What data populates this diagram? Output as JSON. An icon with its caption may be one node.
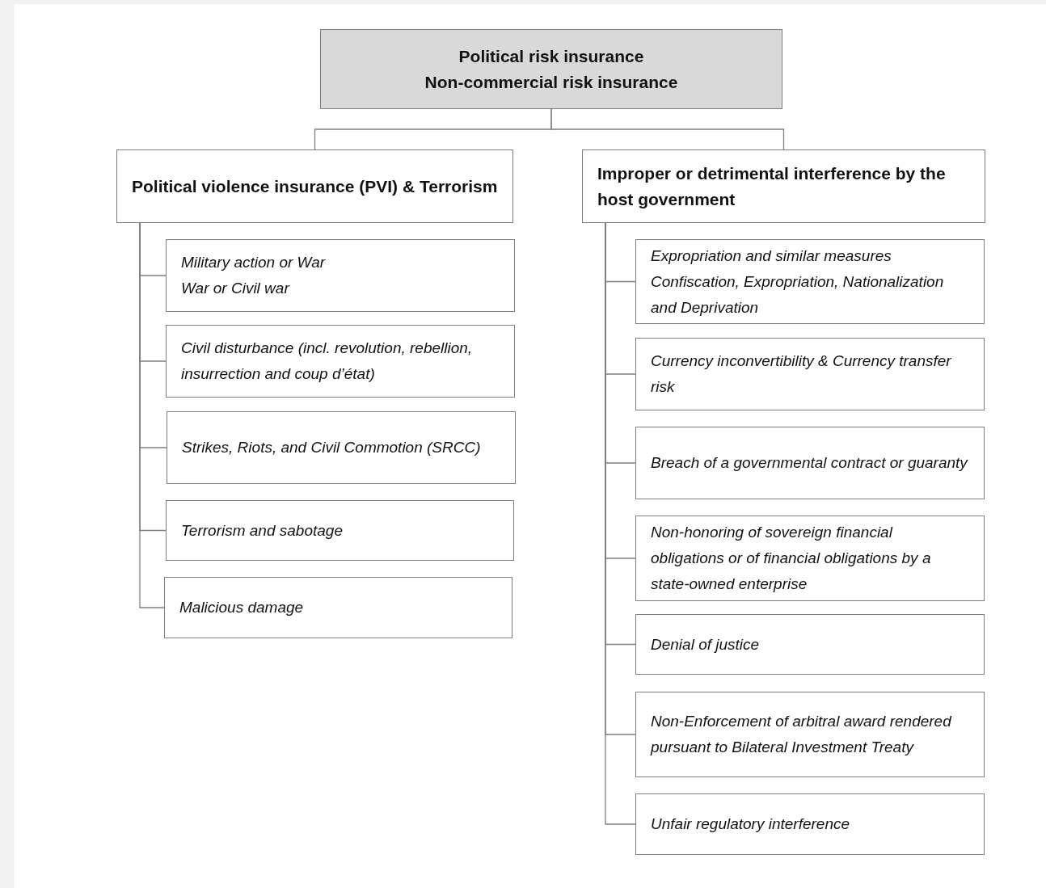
{
  "diagram": {
    "nodes": [
      {
        "text": [
          "Political risk insurance",
          "Non-commercial risk insurance"
        ]
      },
      {
        "text": [
          "Political violence insurance (PVI) & Terrorism"
        ]
      },
      {
        "text": [
          "Improper or detrimental interference by the host government"
        ]
      },
      {
        "text": [
          "Military action or War",
          "War or Civil war"
        ]
      },
      {
        "text": [
          "Civil disturbance (incl. revolution, rebellion, insurrection and coup d’état)"
        ]
      },
      {
        "text": [
          "Strikes, Riots, and Civil Commotion (SRCC)"
        ]
      },
      {
        "text": [
          "Terrorism and sabotage"
        ]
      },
      {
        "text": [
          "Malicious damage"
        ]
      },
      {
        "text": [
          "Expropriation and similar measures",
          "Confiscation, Expropriation, Nationalization and Deprivation"
        ]
      },
      {
        "text": [
          "Currency inconvertibility & Currency transfer risk"
        ]
      },
      {
        "text": [
          "Breach of a governmental contract or guaranty"
        ]
      },
      {
        "text": [
          "Non-honoring of sovereign financial obligations or of financial obligations by a state-owned enterprise"
        ]
      },
      {
        "text": [
          "Denial of justice"
        ]
      },
      {
        "text": [
          "Non-Enforcement of arbitral award rendered pursuant to Bilateral Investment Treaty"
        ]
      },
      {
        "text": [
          "Unfair regulatory interference"
        ]
      }
    ],
    "edges": [
      {
        "from": 0,
        "to": 1,
        "arrow": "none"
      },
      {
        "from": 0,
        "to": 2,
        "arrow": "none"
      },
      {
        "from": 1,
        "to": 3,
        "arrow": "none"
      },
      {
        "from": 1,
        "to": 4,
        "arrow": "none"
      },
      {
        "from": 1,
        "to": 5,
        "arrow": "none"
      },
      {
        "from": 1,
        "to": 6,
        "arrow": "none"
      },
      {
        "from": 1,
        "to": 7,
        "arrow": "none"
      },
      {
        "from": 2,
        "to": 8,
        "arrow": "none"
      },
      {
        "from": 2,
        "to": 9,
        "arrow": "none"
      },
      {
        "from": 2,
        "to": 10,
        "arrow": "none"
      },
      {
        "from": 2,
        "to": 11,
        "arrow": "none"
      },
      {
        "from": 2,
        "to": 12,
        "arrow": "none"
      },
      {
        "from": 2,
        "to": 13,
        "arrow": "none"
      },
      {
        "from": 2,
        "to": 14,
        "arrow": "none"
      }
    ]
  }
}
